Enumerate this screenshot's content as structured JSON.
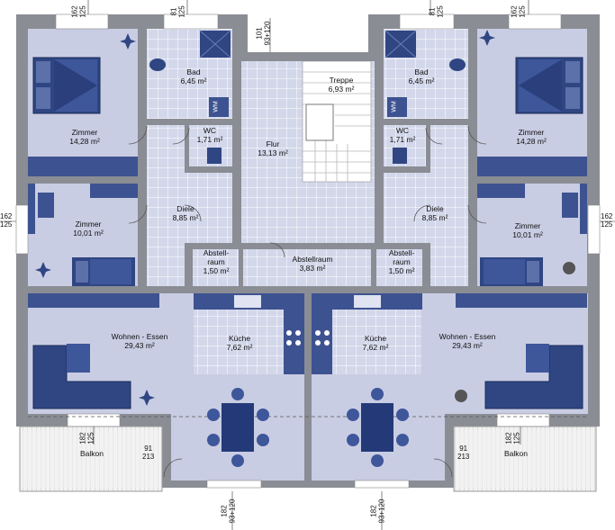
{
  "rooms": {
    "bad_left": {
      "name": "Bad",
      "area": "6,45 m²"
    },
    "bad_right": {
      "name": "Bad",
      "area": "6,45 m²"
    },
    "wc_left": {
      "name": "WC",
      "area": "1,71 m²"
    },
    "wc_right": {
      "name": "WC",
      "area": "1,71 m²"
    },
    "treppe": {
      "name": "Treppe",
      "area": "6,93 m²"
    },
    "flur": {
      "name": "Flur",
      "area": "13,13 m²"
    },
    "zimmer_tl": {
      "name": "Zimmer",
      "area": "14,28 m²"
    },
    "zimmer_tr": {
      "name": "Zimmer",
      "area": "14,28 m²"
    },
    "zimmer_ml": {
      "name": "Zimmer",
      "area": "10,01 m²"
    },
    "zimmer_mr": {
      "name": "Zimmer",
      "area": "10,01 m²"
    },
    "diele_left": {
      "name": "Diele",
      "area": "8,85 m²"
    },
    "diele_right": {
      "name": "Diele",
      "area": "8,85 m²"
    },
    "abstell_l": {
      "name1": "Abstell-",
      "name2": "raum",
      "area": "1,50 m²"
    },
    "abstell_r": {
      "name1": "Abstell-",
      "name2": "raum",
      "area": "1,50 m²"
    },
    "abstellraum": {
      "name": "Abstellraum",
      "area": "3,83 m²"
    },
    "wohnen_l": {
      "name": "Wohnen - Essen",
      "area": "29,43 m²"
    },
    "wohnen_r": {
      "name": "Wohnen - Essen",
      "area": "29,43 m²"
    },
    "kueche_l": {
      "name": "Küche",
      "area": "7,62 m²"
    },
    "kueche_r": {
      "name": "Küche",
      "area": "7,62 m²"
    },
    "balkon_l": {
      "name": "Balkon"
    },
    "balkon_r": {
      "name": "Balkon"
    }
  },
  "fixtures": {
    "wm": "WM"
  },
  "dims": {
    "top_left": {
      "a": "162",
      "b": "125"
    },
    "top_bad_l": {
      "a": "81",
      "b": "125"
    },
    "top_center": {
      "a": "101",
      "b": "93+120"
    },
    "top_bad_r": {
      "a": "81",
      "b": "125"
    },
    "top_right": {
      "a": "162",
      "b": "125"
    },
    "side_left": {
      "a": "162",
      "b": "125"
    },
    "side_right": {
      "a": "162",
      "b": "125"
    },
    "balkon_l": {
      "a": "182",
      "b": "125"
    },
    "balkon_r": {
      "a": "182",
      "b": "125"
    },
    "door_l": {
      "a": "91",
      "b": "213"
    },
    "door_r": {
      "a": "91",
      "b": "213"
    },
    "bottom_l": {
      "a": "182",
      "b": "93+120"
    },
    "bottom_r": {
      "a": "182",
      "b": "93+120"
    }
  },
  "colors": {
    "wall": "#8a8d94",
    "floor": "#c9cde3",
    "tile": "#d7daeb",
    "grid": "#ffffff",
    "furniture": "#3d5290",
    "furniture_dark": "#243a78",
    "balcony": "#efefef"
  }
}
